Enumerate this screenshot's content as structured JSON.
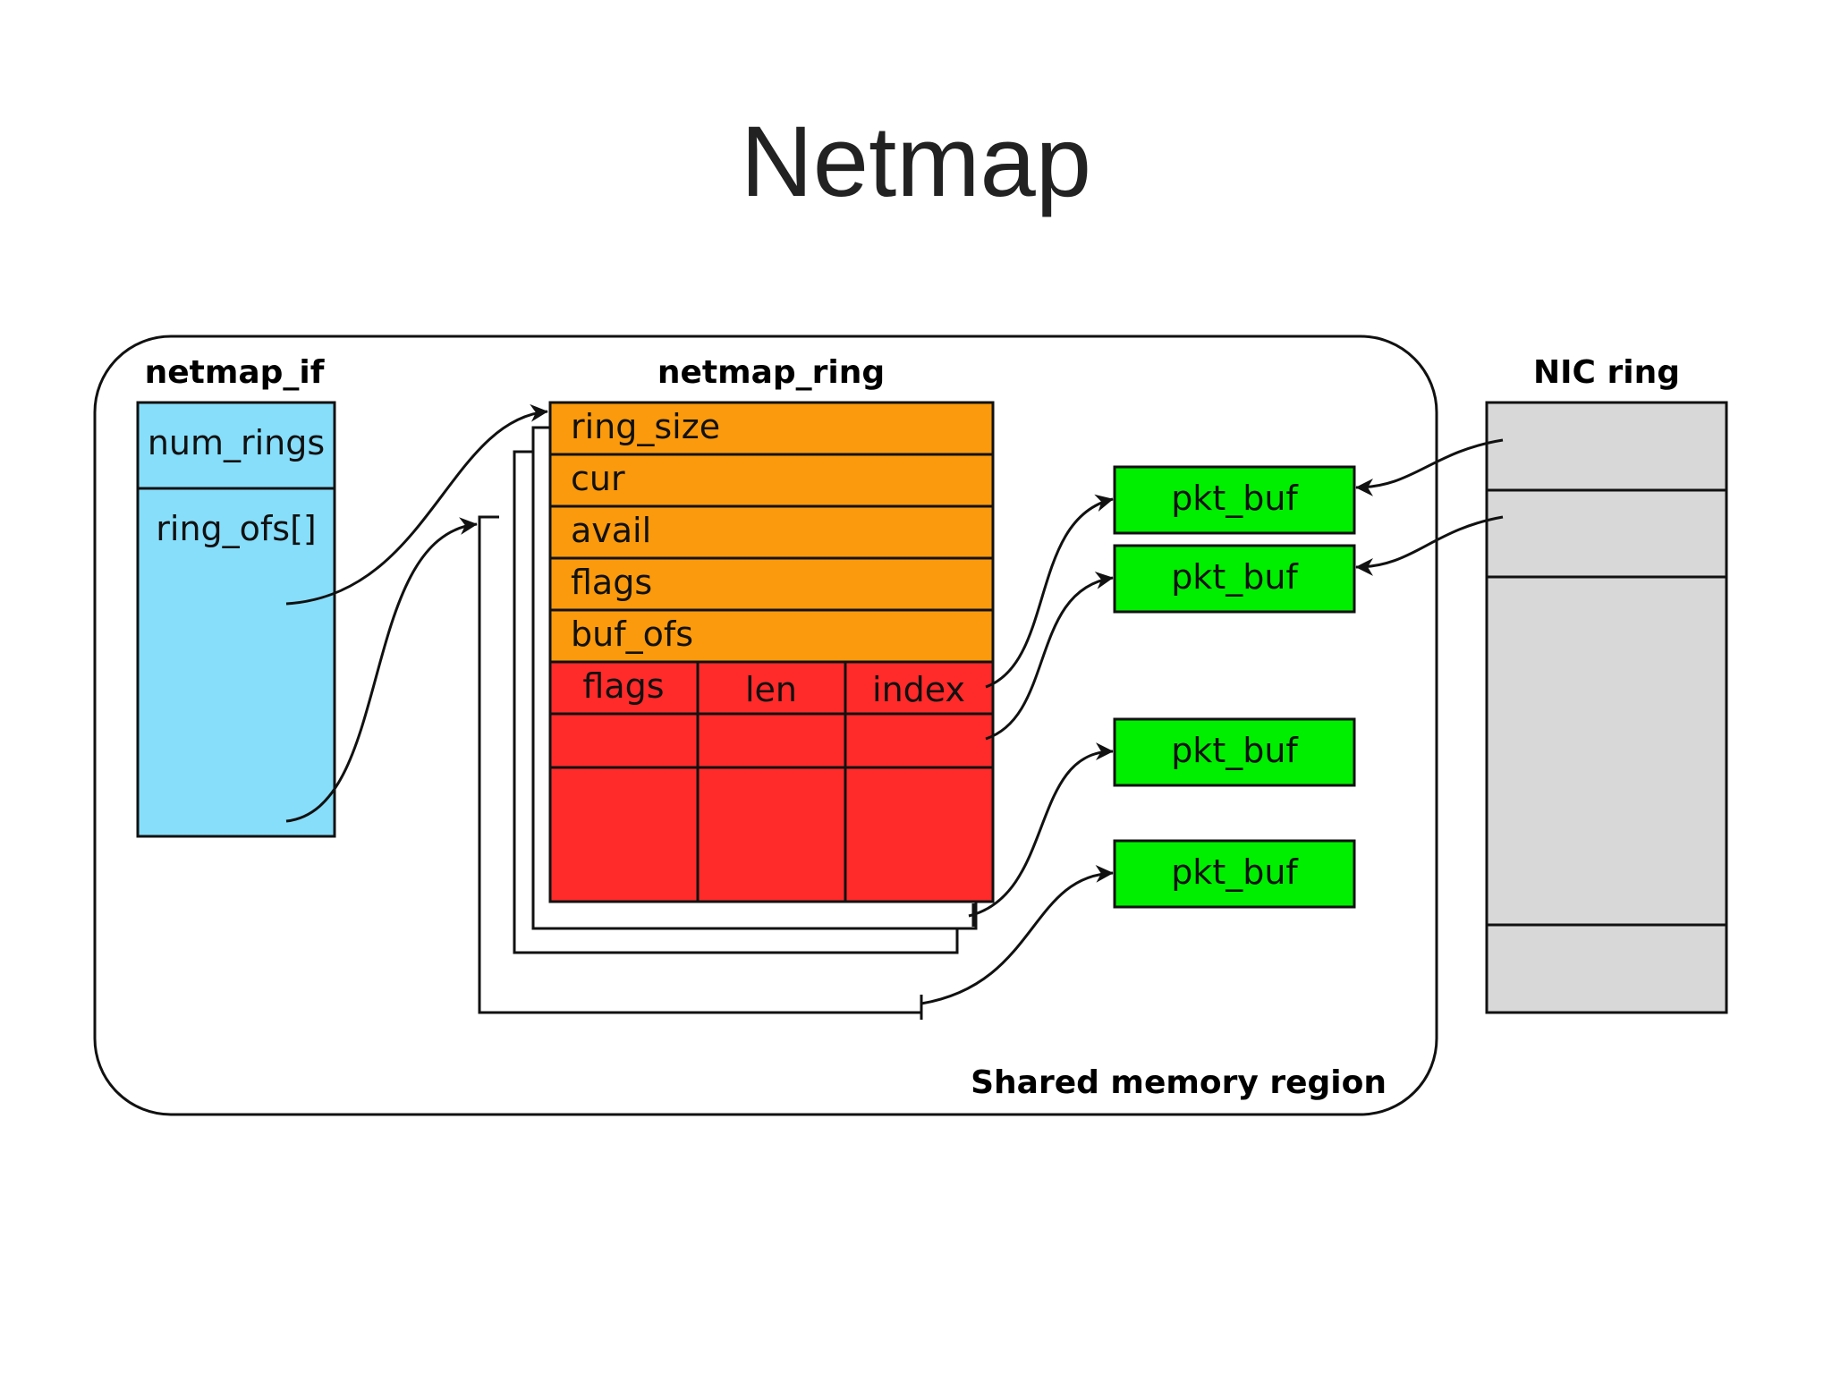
{
  "title": "Netmap",
  "region_label": "Shared memory region",
  "netmap_if": {
    "header": "netmap_if",
    "fields": [
      "num_rings",
      "ring_ofs[]"
    ]
  },
  "netmap_ring": {
    "header": "netmap_ring",
    "fields": [
      "ring_size",
      "cur",
      "avail",
      "flags",
      "buf_ofs"
    ],
    "slot_columns": [
      "flags",
      "len",
      "index"
    ]
  },
  "pkt_buf_label": "pkt_buf",
  "nic_ring": {
    "header": "NIC ring"
  },
  "colors": {
    "netmap_if": "#87DEFA",
    "ring_fields": "#FA9A0C",
    "ring_slots": "#FF2A2A",
    "pkt_buf": "#00EE00",
    "nic_ring": "#D8D8D8",
    "outline": "#111111"
  }
}
